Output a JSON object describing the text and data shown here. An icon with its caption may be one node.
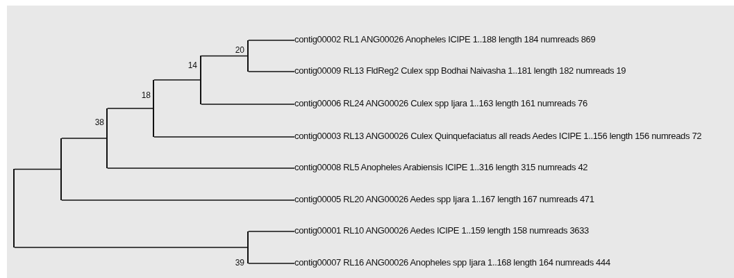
{
  "diagram": {
    "nodes": [
      {
        "text": [
          "contig00002 RL1 ANG00026 Anopheles ICIPE 1..188 length 184 numreads 869"
        ]
      },
      {
        "text": [
          "contig00009 RL13 FldReg2 Culex spp Bodhai Naivasha 1..181 length 182 numreads 19"
        ]
      },
      {
        "text": [
          "contig00006 RL24 ANG00026 Culex spp Ijara 1..163 length 161 numreads 76"
        ]
      },
      {
        "text": [
          "contig00003 RL13 ANG00026 Culex Quinquefaciatus all reads Aedes ICIPE 1..156 length 156 numreads 72"
        ]
      },
      {
        "text": [
          "contig00008 RL5 Anopheles Arabiensis ICIPE 1..316 length 315 numreads 42"
        ]
      },
      {
        "text": [
          "contig00005 RL20 ANG00026 Aedes spp Ijara 1..167 length 167 numreads 471"
        ]
      },
      {
        "text": [
          "contig00001 RL10 ANG00026 Aedes ICIPE 1..159 length 158 numreads 3633"
        ]
      },
      {
        "text": [
          "contig00007 RL16 ANG00026 Anopheles spp Ijara 1..168 length 164 numreads 444"
        ]
      },
      {
        "text": [],
        "shape": "bar"
      },
      {
        "text": [],
        "shape": "bar"
      },
      {
        "text": [],
        "shape": "bar",
        "beside": [
          "38"
        ]
      },
      {
        "text": [],
        "shape": "bar",
        "beside": [
          "18"
        ]
      },
      {
        "text": [],
        "shape": "bar",
        "beside": [
          "14"
        ]
      },
      {
        "text": [],
        "shape": "bar",
        "beside": [
          "20"
        ]
      },
      {
        "text": [],
        "shape": "bar",
        "beside": [
          "39"
        ]
      }
    ],
    "edges": [
      {
        "from": 8,
        "to": 9,
        "arrow": "none"
      },
      {
        "from": 8,
        "to": 14,
        "arrow": "none"
      },
      {
        "from": 9,
        "to": 10,
        "arrow": "none"
      },
      {
        "from": 9,
        "to": 5,
        "arrow": "none"
      },
      {
        "from": 10,
        "to": 11,
        "arrow": "none"
      },
      {
        "from": 10,
        "to": 4,
        "arrow": "none"
      },
      {
        "from": 11,
        "to": 12,
        "arrow": "none"
      },
      {
        "from": 11,
        "to": 3,
        "arrow": "none"
      },
      {
        "from": 12,
        "to": 13,
        "arrow": "none"
      },
      {
        "from": 12,
        "to": 2,
        "arrow": "none"
      },
      {
        "from": 13,
        "to": 0,
        "arrow": "none"
      },
      {
        "from": 13,
        "to": 1,
        "arrow": "none"
      },
      {
        "from": 14,
        "to": 6,
        "arrow": "none"
      },
      {
        "from": 14,
        "to": 7,
        "arrow": "none"
      }
    ]
  }
}
